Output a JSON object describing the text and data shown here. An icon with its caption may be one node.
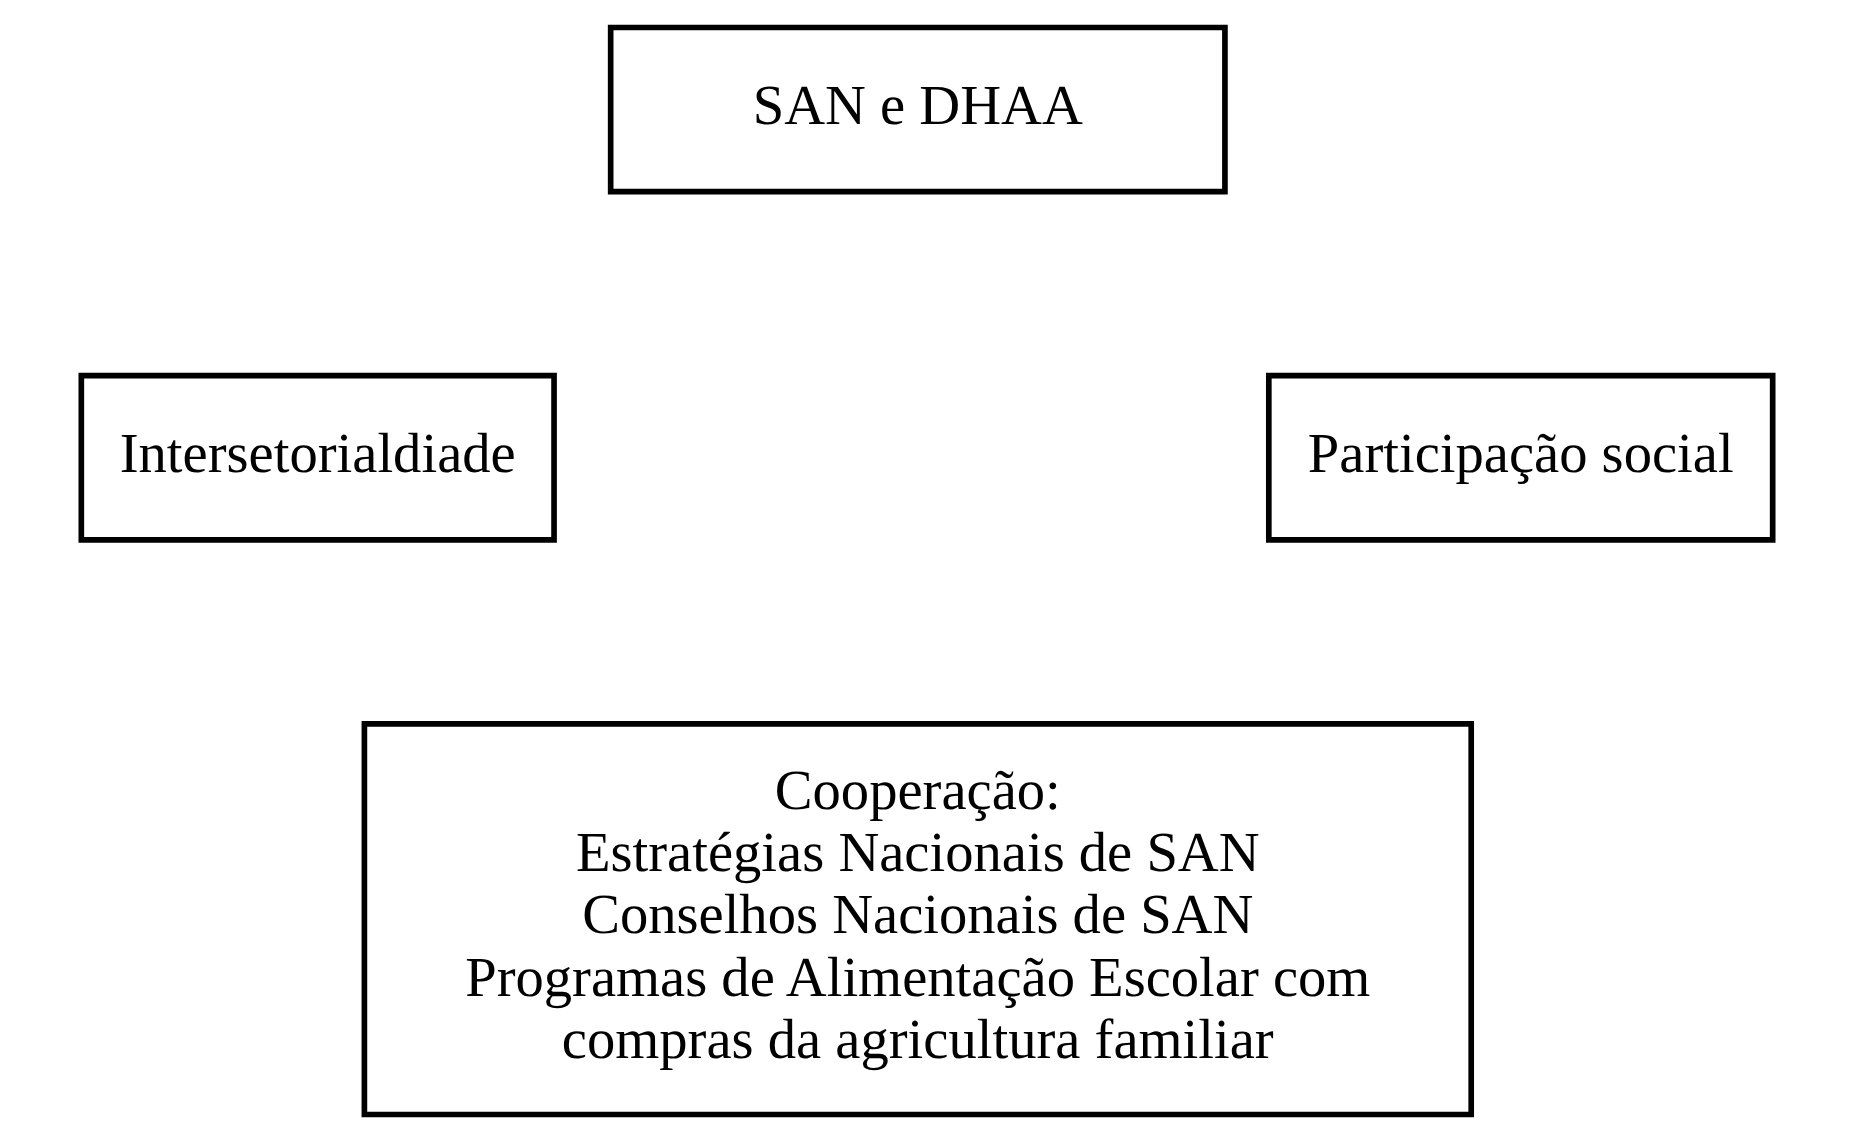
{
  "diagram": {
    "nodes": [
      {
        "text": [
          "SAN e DHAA"
        ]
      },
      {
        "text": [
          "Intersetorialdiade"
        ]
      },
      {
        "text": [
          "Participação social"
        ]
      },
      {
        "text": [
          "Cooperação:",
          "Estratégias Nacionais de SAN",
          "Conselhos Nacionais de SAN",
          "Programas de Alimentação Escolar com compras da agricultura familiar"
        ]
      }
    ]
  }
}
